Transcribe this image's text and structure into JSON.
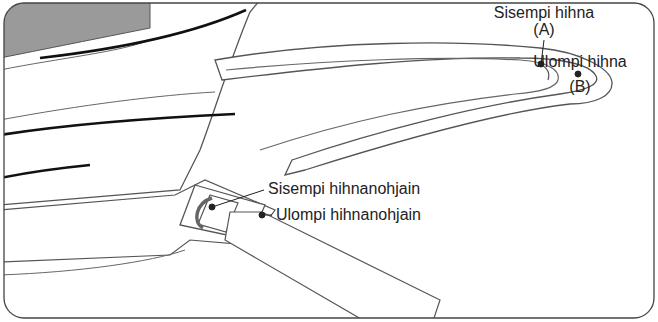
{
  "diagram": {
    "labels": [
      "Sisempi hihna",
      "(A)",
      "Ulompi hihna",
      "(B)",
      "Sisempi hihnanohjain",
      "Ulompi hihnanohjain"
    ]
  }
}
